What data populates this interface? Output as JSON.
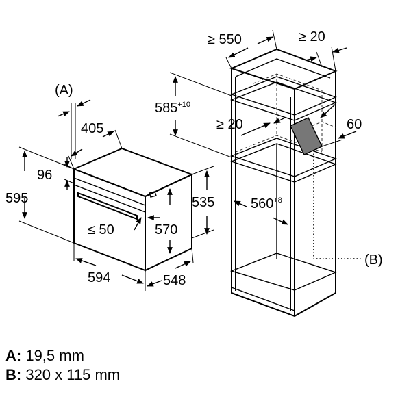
{
  "oven": {
    "callout_a": "(A)",
    "width_top": "405",
    "door_offset": "96",
    "height": "595",
    "width": "594",
    "depth": "548",
    "inner_height": "570",
    "side_height": "535",
    "handle_clearance": "≤ 50"
  },
  "cabinet": {
    "depth": "≥ 550",
    "rear_gap": "≥ 20",
    "top_height": "585",
    "top_height_tol": "+10",
    "front_gap": "≥ 20",
    "vent_height": "60",
    "niche_width": "560",
    "niche_width_tol": "+8",
    "callout_b": "(B)"
  },
  "legend": [
    {
      "key": "A:",
      "value": " 19,5 mm"
    },
    {
      "key": "B:",
      "value": " 320 x 115 mm"
    }
  ],
  "colors": {
    "line": "#000000",
    "vent_fill": "#777777",
    "dashed": "#333333"
  }
}
